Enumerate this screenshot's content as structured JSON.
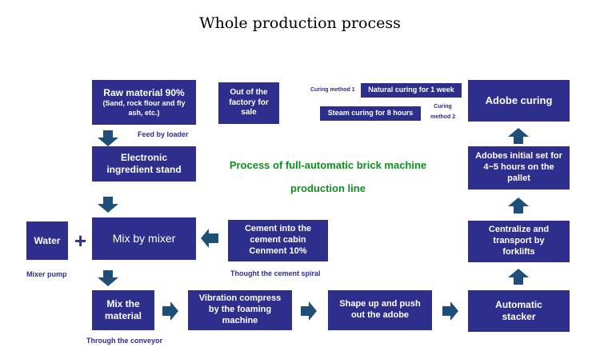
{
  "title": "Whole production process",
  "center_text": {
    "line1": "Process of full-automatic brick machine",
    "line2": "production line"
  },
  "boxes": {
    "raw_material": {
      "line1": "Raw material 90%",
      "line2": "(Sand, rock flour and fly",
      "line3": "ash, etc.)"
    },
    "electronic_ingredient": {
      "line1": "Electronic",
      "line2": "ingredient stand"
    },
    "mix_by_mixer": {
      "label": "Mix by mixer"
    },
    "water": {
      "label": "Water"
    },
    "cement": {
      "line1": "Cement into the",
      "line2": "cement cabin",
      "line3": "Cenment 10%"
    },
    "mix_material": {
      "line1": "Mix the",
      "line2": "material"
    },
    "vibration": {
      "line1": "Vibration compress",
      "line2": "by the foaming",
      "line3": "machine"
    },
    "shape_up": {
      "line1": "Shape up and push",
      "line2": "out the adobe"
    },
    "automatic_stacker": {
      "line1": "Automatic",
      "line2": "stacker"
    },
    "centralize": {
      "line1": "Centralize and",
      "line2": "transport by",
      "line3": "forklifts"
    },
    "adobes_initial": {
      "line1": "Adobes initial set for",
      "line2": "4~5 hours on the",
      "line3": "pallet"
    },
    "adobe_curing": {
      "label": "Adobe curing"
    },
    "natural_curing": {
      "label": "Natural curing for 1 week"
    },
    "steam_curing": {
      "label": "Steam curing for 8 hours"
    },
    "out_of_factory": {
      "line1": "Out of the",
      "line2": "factory for",
      "line3": "sale"
    }
  },
  "notes": {
    "feed_by_loader": "Feed by loader",
    "mixer_pump": "Mixer pump",
    "cement_spiral": "Thought the cement spiral",
    "through_conveyor": "Through the conveyor",
    "curing_method_1": "Curing method 1",
    "curing_method_2_line1": "Curing",
    "curing_method_2_line2": "method 2"
  },
  "colors": {
    "box_fill": "#2e2e8c",
    "arrow_fill": "#1f4e79",
    "center_text": "#0e8f1f",
    "note_text": "#2e2e8c"
  }
}
